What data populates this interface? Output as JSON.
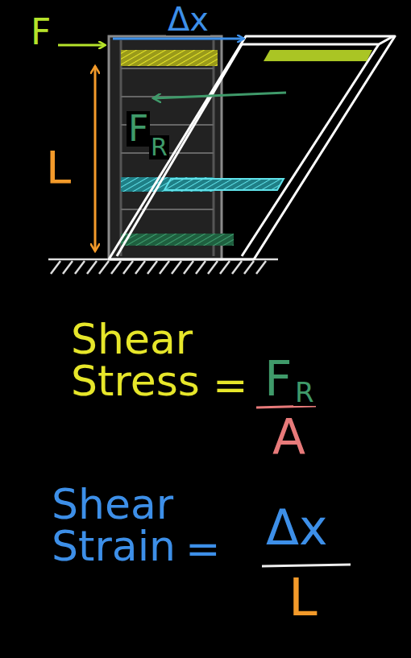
{
  "diagram": {
    "labels": [
      "F",
      "Δx",
      "L",
      "F",
      "R",
      "Shear Stress",
      "=",
      "F",
      "R",
      "A",
      "Shear Strain",
      "=",
      "Δx",
      "L"
    ]
  }
}
